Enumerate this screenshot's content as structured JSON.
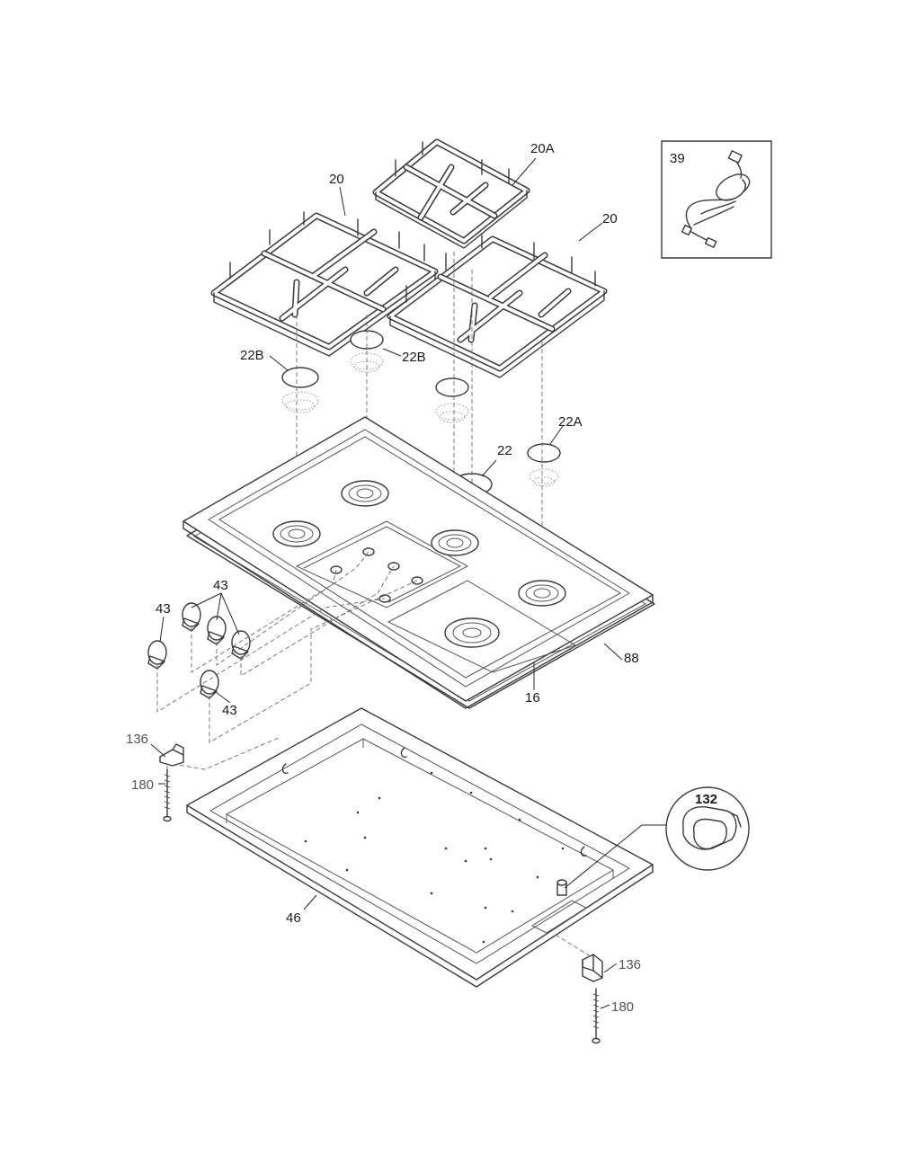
{
  "labels": {
    "grate_left": "20",
    "grate_center": "20A",
    "grate_right": "20",
    "power_cord": "39",
    "cap_left": "22B",
    "cap_center": "22B",
    "cap_large": "22",
    "cap_right": "22A",
    "knobs_group": "43",
    "knob_left": "43",
    "knob_bottom": "43",
    "gasket": "88",
    "cooktop": "16",
    "bracket_left": "136",
    "screw_left": "180",
    "bracket_right": "136",
    "screw_right": "180",
    "burner_box": "46",
    "grommet": "132"
  },
  "colors": {
    "line": "#3a3a3a",
    "background": "#ffffff"
  }
}
